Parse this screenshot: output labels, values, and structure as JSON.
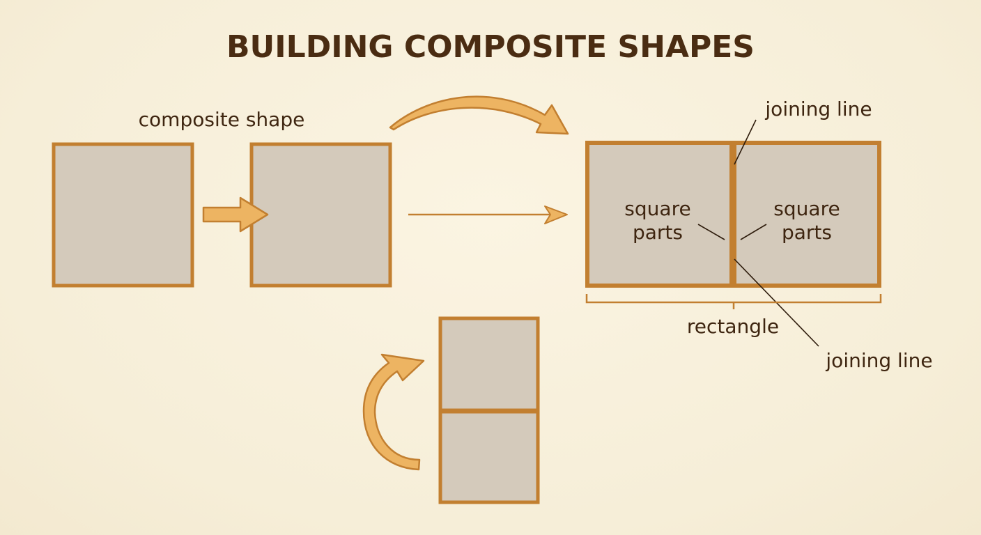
{
  "title": "BUILDING COMPOSITE SHAPES",
  "labels": {
    "composite_shape": "composite shape",
    "joining_line_top": "joining line",
    "joining_line_bottom": "joining line",
    "square_parts_left_line1": "square",
    "square_parts_left_line2": "parts",
    "square_parts_right_line1": "square",
    "square_parts_right_line2": "parts",
    "rectangle": "rectangle"
  },
  "colors": {
    "background": "#f8f0dc",
    "square_fill": "#d4cabb",
    "square_border": "#c27f30",
    "arrow_fill": "#edb462",
    "arrow_outline": "#c27f30",
    "text": "#3e2510",
    "leader_line": "#2e1c0c"
  }
}
